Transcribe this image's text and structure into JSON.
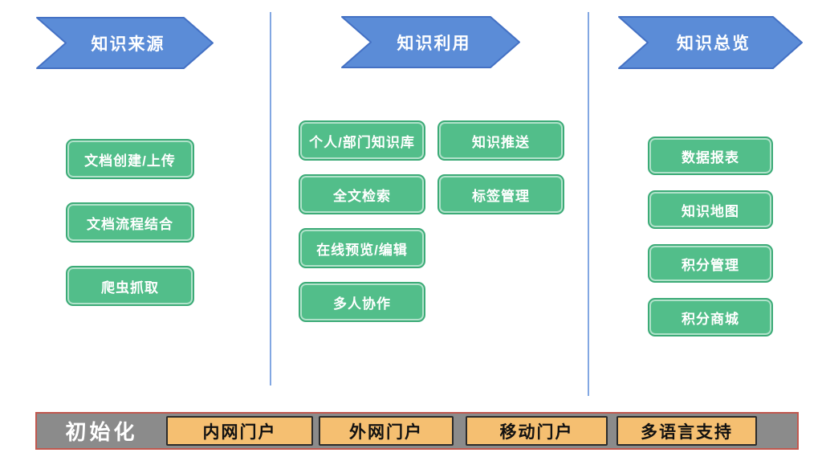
{
  "colors": {
    "arrow_fill": "#5b8cd7",
    "arrow_border": "#4471c4",
    "divider": "#82a7e2",
    "green_fill": "#52be8a",
    "green_border": "#3cab77",
    "bar_bg": "#8b8b8b",
    "bar_border": "#c1574e",
    "orange_fill": "#f5bf71",
    "orange_border": "#2b2b2b"
  },
  "columns": [
    {
      "header": "知识来源",
      "items": [
        "文档创建/上传",
        "文档流程结合",
        "爬虫抓取"
      ]
    },
    {
      "header": "知识利用",
      "items_left": [
        "个人/部门知识库",
        "全文检索",
        "在线预览/编辑",
        "多人协作"
      ],
      "items_right": [
        "知识推送",
        "标签管理"
      ]
    },
    {
      "header": "知识总览",
      "items": [
        "数据报表",
        "知识地图",
        "积分管理",
        "积分商城"
      ]
    }
  ],
  "bottom_bar": {
    "label": "初始化",
    "buttons": [
      "内网门户",
      "外网门户",
      "移动门户",
      "多语言支持"
    ]
  }
}
